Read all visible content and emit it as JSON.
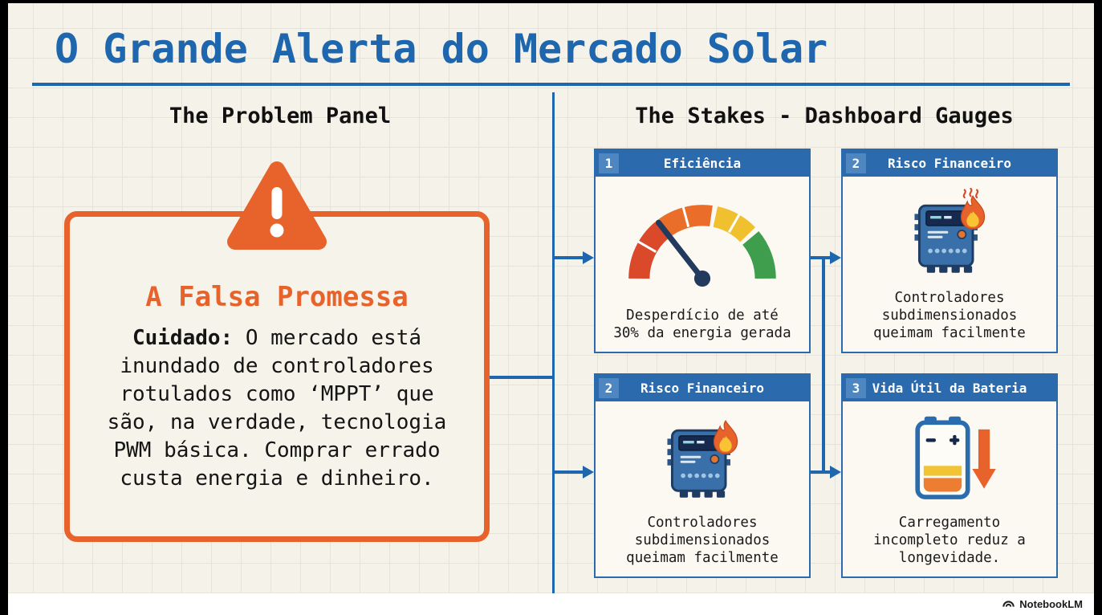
{
  "title": "O Grande Alerta do Mercado Solar",
  "left": {
    "heading": "The Problem Panel",
    "panel": {
      "title": "A Falsa Promessa",
      "lead": "Cuidado:",
      "body": " O mercado está inundado de controladores rotulados como ‘MPPT’ que são, na verdade, tecnologia PWM básica. Comprar errado custa energia e dinheiro."
    },
    "warning_icon": "warning-triangle-icon"
  },
  "right": {
    "heading": "The Stakes - Dashboard Gauges",
    "cards": [
      {
        "number": "1",
        "title": "Eficiência",
        "icon": "gauge-icon",
        "caption": "Desperdício de até 30% da energia gerada"
      },
      {
        "number": "2",
        "title": "Risco Financeiro",
        "icon": "controller-fire-icon",
        "caption": "Controladores subdimensionados queimam facilmente"
      },
      {
        "number": "2",
        "title": "Risco Financeiro",
        "icon": "controller-fire-icon",
        "caption": "Controladores subdimensionados queimam facilmente"
      },
      {
        "number": "3",
        "title": "Vida Útil da Bateria",
        "icon": "battery-drain-icon",
        "caption": "Carregamento incompleto reduz a longevidade."
      }
    ]
  },
  "footer": {
    "brand": "NotebookLM"
  },
  "colors": {
    "accent_blue": "#1e66ad",
    "accent_orange": "#e8632c",
    "card_header_blue": "#2a6aad",
    "badge_blue": "#4e86c1",
    "page_background": "#f5f2ea",
    "gauge_red": "#d9492a",
    "gauge_orange": "#ea6d2a",
    "gauge_yellow": "#f0c02e",
    "gauge_green": "#3f9e4d",
    "needle_navy": "#223a5e"
  }
}
